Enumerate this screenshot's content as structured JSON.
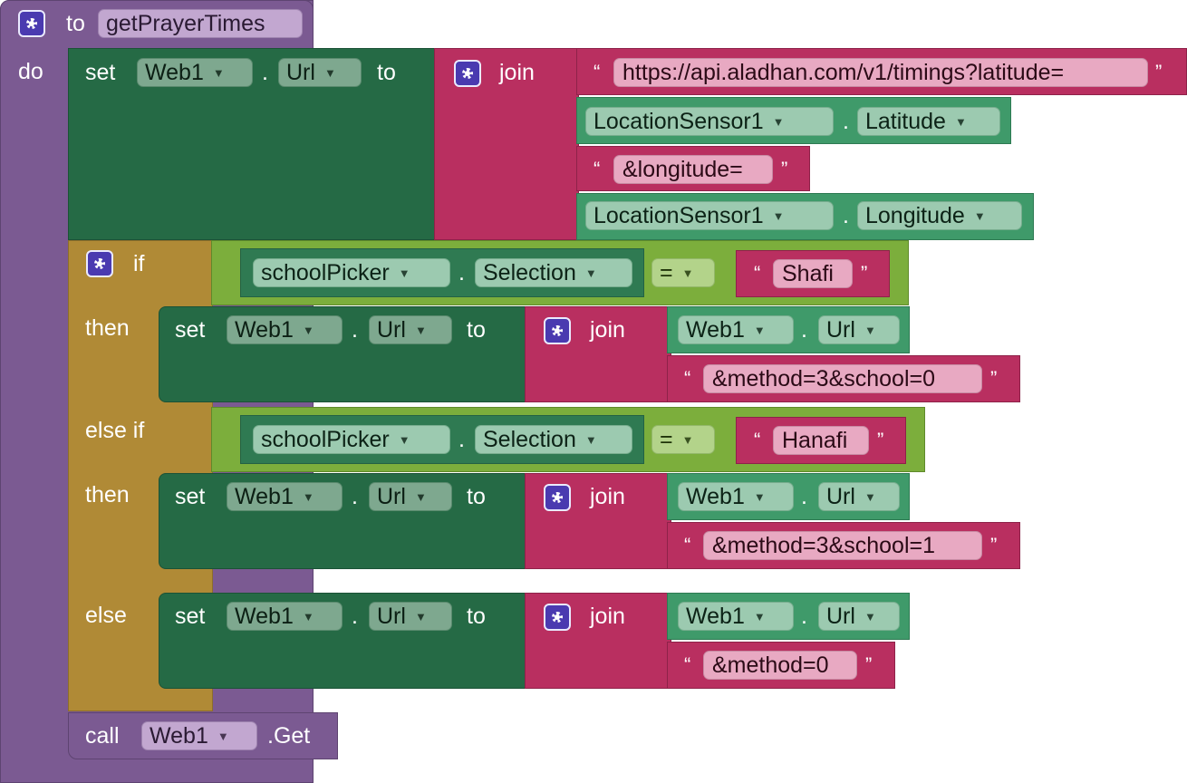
{
  "procedure": {
    "keyword": "to",
    "name": "getPrayerTimes",
    "do_label": "do",
    "colors": {
      "procedure": "#7b5a92",
      "set": "#256a45",
      "text": "#b92f60",
      "component": "#3f9a6a",
      "control": "#b08a36",
      "logic": "#7cae3c"
    }
  },
  "set_block": {
    "set_label": "set",
    "component": "Web1",
    "property": "Url",
    "dot": ".",
    "to_label": "to",
    "join_label": "join",
    "url_text": "https://api.aladhan.com/v1/timings?latitude=",
    "lat_component": "LocationSensor1",
    "lat_property": "Latitude",
    "lon_text": "&longitude=",
    "lon_component": "LocationSensor1",
    "lon_property": "Longitude"
  },
  "if_block": {
    "if_label": "if",
    "then_label": "then",
    "elseif_label": "else if",
    "else_label": "else",
    "picker": "schoolPicker",
    "picker_property": "Selection",
    "operator": "=",
    "shafi": "Shafi",
    "hanafi": "Hanafi",
    "method_shafi": "&method=3&school=0",
    "method_hanafi": "&method=3&school=1",
    "method_else": "&method=0"
  },
  "call_block": {
    "call_label": "call",
    "component": "Web1",
    "method": ".Get"
  },
  "quote_open": "“",
  "quote_close": "”",
  "icons": {
    "mutator": "gear-icon",
    "dropdown": "caret-down-icon"
  }
}
